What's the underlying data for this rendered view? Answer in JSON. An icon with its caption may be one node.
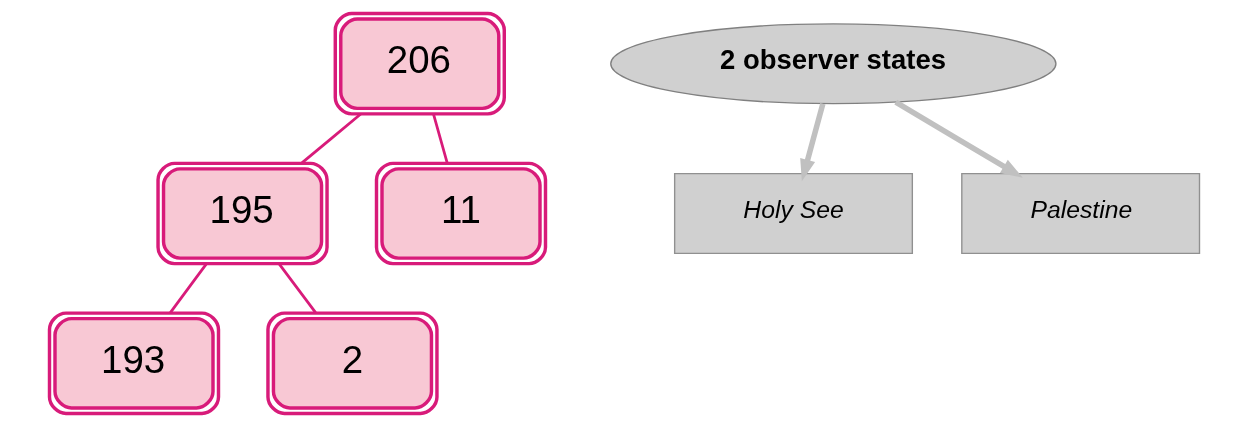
{
  "diagram": {
    "nodes": [
      {
        "text": [
          "206"
        ]
      },
      {
        "text": [
          "195"
        ]
      },
      {
        "text": [
          "11"
        ]
      },
      {
        "text": [
          "193"
        ]
      },
      {
        "text": [
          "2"
        ]
      },
      {
        "text": [
          "2 observer states"
        ]
      },
      {
        "text": [
          "Holy See"
        ]
      },
      {
        "text": [
          "Palestine"
        ]
      }
    ],
    "edges": [
      {
        "from": 0,
        "to": 1,
        "arrow": "none"
      },
      {
        "from": 0,
        "to": 2,
        "arrow": "none"
      },
      {
        "from": 1,
        "to": 3,
        "arrow": "none"
      },
      {
        "from": 1,
        "to": 4,
        "arrow": "none"
      },
      {
        "from": 5,
        "to": 6,
        "arrow": "to",
        "style": "thick",
        "color": "#c0c0c0"
      },
      {
        "from": 5,
        "to": 7,
        "arrow": "to",
        "style": "thick",
        "color": "#c0c0c0"
      }
    ]
  }
}
